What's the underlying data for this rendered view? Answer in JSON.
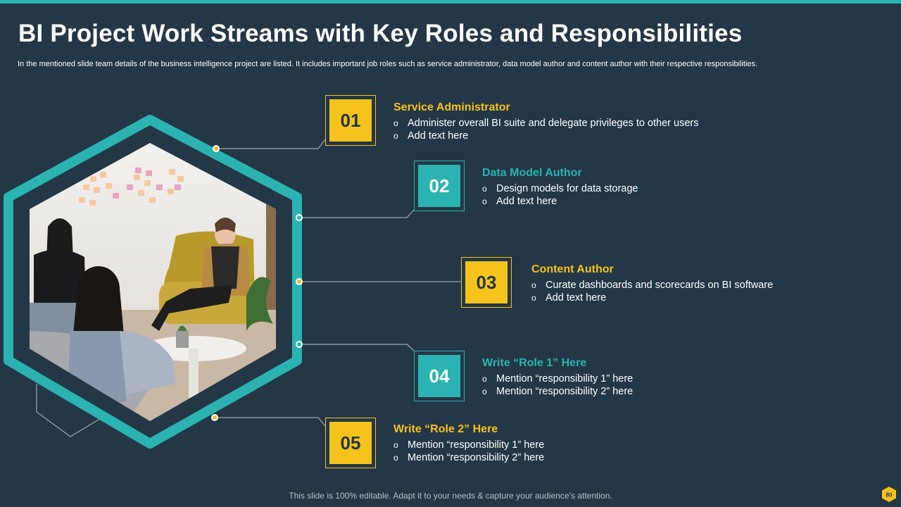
{
  "header": {
    "title": "BI Project Work Streams with Key Roles and Responsibilities",
    "subtitle": "In the mentioned slide team details of the business intelligence project are listed. It includes important job roles such as service administrator, data model author and content author with their respective responsibilities."
  },
  "colors": {
    "background": "#243746",
    "accent_yellow": "#f5c31c",
    "accent_teal": "#2bb3b1"
  },
  "roles": [
    {
      "number": "01",
      "title": "Service Administrator",
      "items": [
        "Administer overall BI suite and delegate privileges to other users",
        "Add text here"
      ]
    },
    {
      "number": "02",
      "title": "Data Model Author",
      "items": [
        "Design models for data storage",
        "Add text here"
      ]
    },
    {
      "number": "03",
      "title": "Content Author",
      "items": [
        "Curate dashboards and scorecards on BI software",
        "Add text here"
      ]
    },
    {
      "number": "04",
      "title": "Write “Role 1” Here",
      "items": [
        "Mention “responsibility 1” here",
        "Mention “responsibility 2” here"
      ]
    },
    {
      "number": "05",
      "title": "Write “Role 2” Here",
      "items": [
        "Mention “responsibility 1” here",
        "Mention “responsibility 2” here"
      ]
    }
  ],
  "bullet_glyph": "o",
  "footer": {
    "note": "This slide is 100% editable. Adapt it to your needs & capture your audience’s attention.",
    "page_number": "80"
  },
  "image": {
    "icon": "team-meeting-photo"
  }
}
